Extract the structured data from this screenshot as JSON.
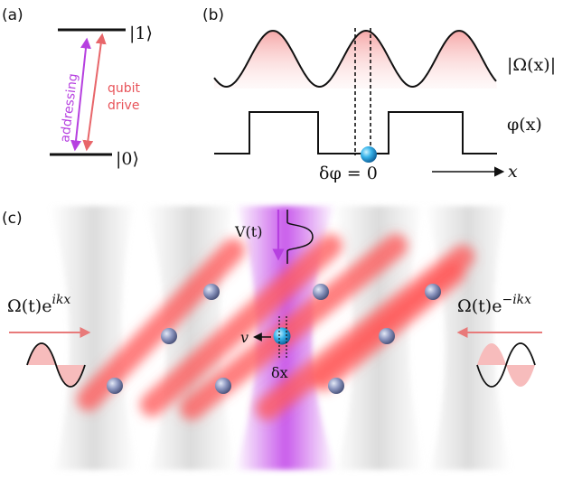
{
  "panel_a": {
    "label": "(a)",
    "state_1": "|1⟩",
    "state_0": "|0⟩",
    "addressing_label": "addressing",
    "qubit_line1": "qubit",
    "qubit_line2": "drive",
    "colors": {
      "addressing": "#b640e0",
      "qubit_drive": "#e8666a"
    }
  },
  "panel_b": {
    "label": "(b)",
    "omega_label": "|Ω(x)|",
    "phi_label": "φ(x)",
    "delta_phi_label": "δφ = 0",
    "x_axis_label": "x"
  },
  "panel_c": {
    "label": "(c)",
    "left_field": "Ω(t)e",
    "left_field_exp": "ikx",
    "right_field": "Ω(t)e",
    "right_field_exp": "−ikx",
    "potential_label": "V(t)",
    "velocity_label": "v",
    "dx_label": "δx",
    "colors": {
      "beam": "#ff6b6b",
      "addressing_beam": "#c040e8",
      "arrow": "#e87a7a"
    }
  }
}
